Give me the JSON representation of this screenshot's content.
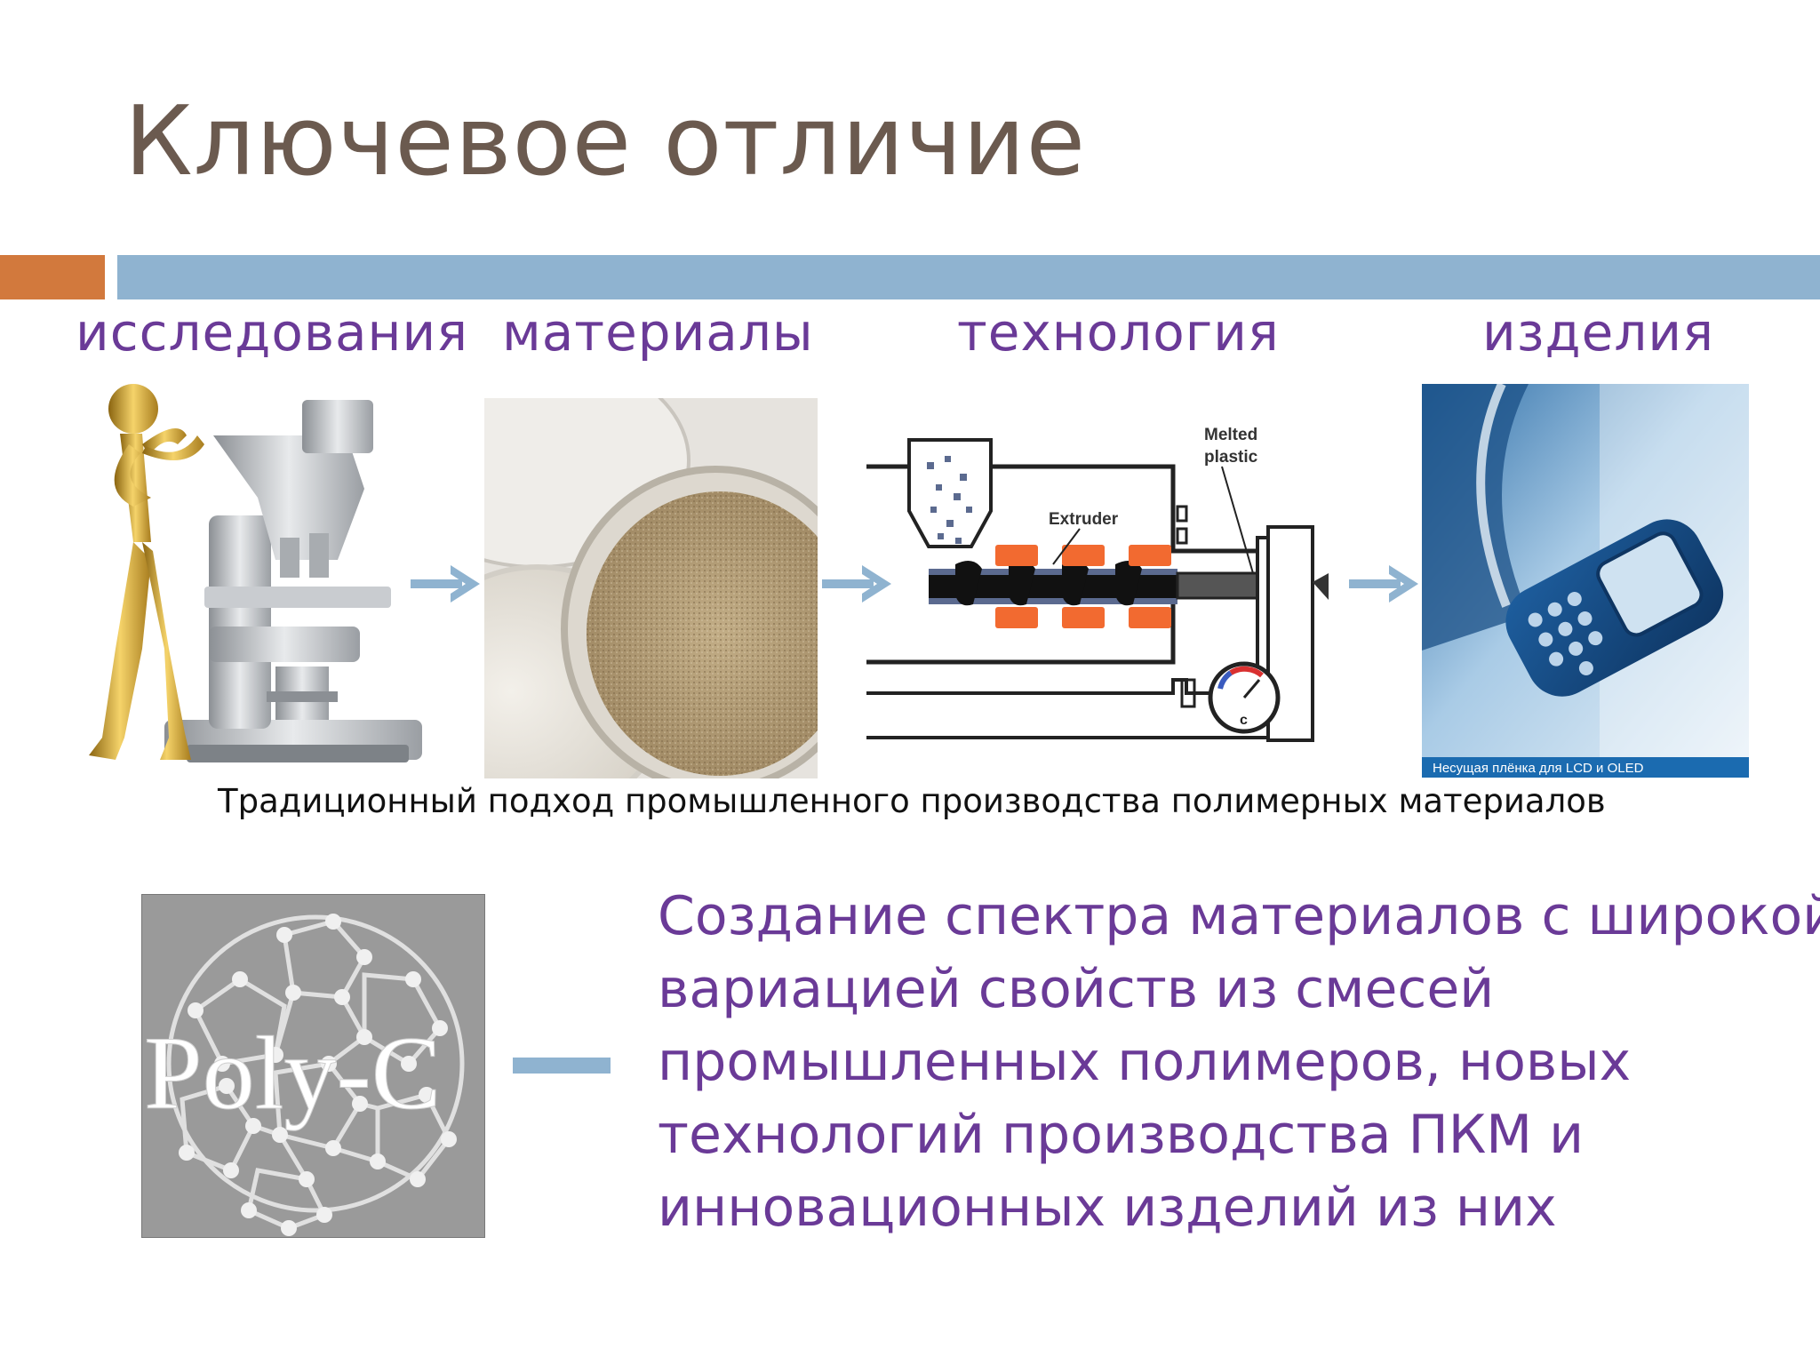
{
  "slide": {
    "title": "Ключевое отличие",
    "stages": [
      {
        "label": "исследования"
      },
      {
        "label": "материалы"
      },
      {
        "label": "технология"
      },
      {
        "label": "изделия"
      }
    ],
    "extruder": {
      "melted_label_1": "Melted",
      "melted_label_2": "plastic",
      "extruder_label": "Extruder",
      "gauge_unit": "c"
    },
    "product_caption": "Несущая плёнка для LCD и OLED",
    "caption": "Традиционный подход промышленного производства полимерных материалов",
    "logo_text": "Poly-C",
    "body_lines": [
      "Создание спектра материалов с широкой",
      "вариацией свойств из смесей",
      "промышленных полимеров, новых",
      "технологий производства ПКМ и",
      "инновационных изделий из них"
    ]
  },
  "colors": {
    "title": "#6b5a4f",
    "accent_orange": "#d2793d",
    "accent_blue": "#8fb3d0",
    "purple_text": "#6a3a97"
  },
  "icons": [
    "microscope-figure-illustration",
    "arrow-right-icon",
    "powder-dishes-photo",
    "extruder-diagram",
    "phone-product-photo",
    "fullerene-logo"
  ]
}
